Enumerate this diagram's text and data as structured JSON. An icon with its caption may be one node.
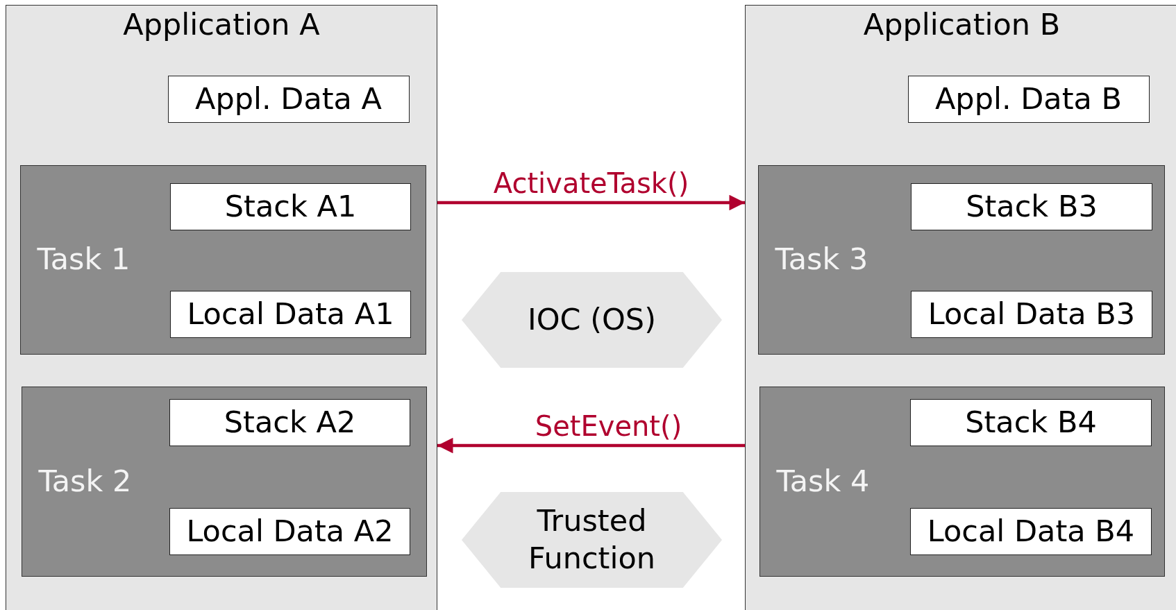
{
  "diagram": {
    "nodes": [
      {
        "text": [
          "Application A"
        ]
      },
      {
        "text": [
          "Appl. Data A"
        ],
        "in": 0
      },
      {
        "text": [
          "Task 1"
        ],
        "in": 0
      },
      {
        "text": [
          "Stack A1"
        ],
        "in": 2
      },
      {
        "text": [
          "Local Data A1"
        ],
        "in": 2
      },
      {
        "text": [
          "Task 2"
        ],
        "in": 0
      },
      {
        "text": [
          "Stack A2"
        ],
        "in": 5
      },
      {
        "text": [
          "Local Data A2"
        ],
        "in": 5
      },
      {
        "text": [
          "IOC (OS)"
        ]
      },
      {
        "text": [
          "Trusted Function"
        ]
      },
      {
        "text": [
          "Application B"
        ]
      },
      {
        "text": [
          "Appl. Data B"
        ],
        "in": 10
      },
      {
        "text": [
          "Task 3"
        ],
        "in": 10
      },
      {
        "text": [
          "Stack B3"
        ],
        "in": 12
      },
      {
        "text": [
          "Local Data B3"
        ],
        "in": 12
      },
      {
        "text": [
          "Task 4"
        ],
        "in": 10
      },
      {
        "text": [
          "Stack B4"
        ],
        "in": 15
      },
      {
        "text": [
          "Local Data B4"
        ],
        "in": 15
      }
    ],
    "edges": [
      {
        "from": 0,
        "to": 10,
        "arrow": "to",
        "label": "ActivateTask()"
      },
      {
        "from": 10,
        "to": 0,
        "arrow": "to",
        "label": "SetEvent()"
      }
    ]
  }
}
